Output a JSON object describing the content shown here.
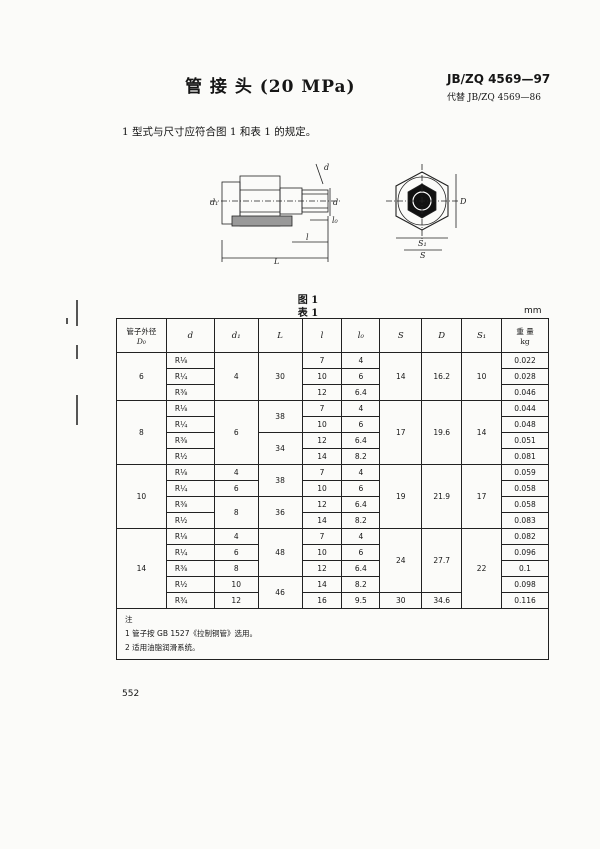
{
  "header": {
    "title": "管   接   头   (20 MPa)",
    "code": "JB/ZQ 4569—97",
    "replace": "代替 JB/ZQ 4569—86"
  },
  "section1": "1   型式与尺寸应符合图 1 和表 1 的规定。",
  "figure": {
    "caption": "图 1",
    "labels": {
      "d": "d",
      "d1": "d₁",
      "L": "L",
      "l": "l",
      "l0": "l₀",
      "D": "D",
      "S": "S",
      "S1": "S₁"
    }
  },
  "table": {
    "caption": "表 1",
    "unit": "mm",
    "headers": {
      "od": "管子外径",
      "od_sym": "D₀",
      "d": "d",
      "d1": "d₁",
      "L": "L",
      "l": "l",
      "l0": "l₀",
      "S": "S",
      "D": "D",
      "S1": "S₁",
      "w": "重  量",
      "w_unit": "kg"
    },
    "groups": [
      {
        "od": "6",
        "S": "14",
        "D": "16.2",
        "S1": "10",
        "rows": [
          {
            "d": "R⅛",
            "l": "7",
            "l0": "4",
            "w": "0.022"
          },
          {
            "d": "R¼",
            "l": "10",
            "l0": "6",
            "w": "0.028"
          },
          {
            "d": "R⅜",
            "l": "12",
            "l0": "6.4",
            "w": "0.046"
          }
        ],
        "d1": "4",
        "L": "30"
      },
      {
        "od": "8",
        "S": "17",
        "D": "19.6",
        "S1": "14",
        "d1": "6",
        "L1": "38",
        "L2": "34",
        "rows": [
          {
            "d": "R⅛",
            "l": "7",
            "l0": "4",
            "w": "0.044"
          },
          {
            "d": "R¼",
            "l": "10",
            "l0": "6",
            "w": "0.048"
          },
          {
            "d": "R⅜",
            "l": "12",
            "l0": "6.4",
            "w": "0.051"
          },
          {
            "d": "R½",
            "l": "14",
            "l0": "8.2",
            "w": "0.081"
          }
        ]
      },
      {
        "od": "10",
        "S": "19",
        "D": "21.9",
        "S1": "17",
        "d1a": "4",
        "d1b": "6",
        "d1c": "8",
        "L1": "38",
        "L2": "36",
        "rows": [
          {
            "d": "R⅛",
            "l": "7",
            "l0": "4",
            "w": "0.059"
          },
          {
            "d": "R¼",
            "l": "10",
            "l0": "6",
            "w": "0.058"
          },
          {
            "d": "R⅜",
            "l": "12",
            "l0": "6.4",
            "w": "0.058"
          },
          {
            "d": "R½",
            "l": "14",
            "l0": "8.2",
            "w": "0.083"
          }
        ]
      },
      {
        "od": "14",
        "S_a": "24",
        "D_a": "27.7",
        "S1": "22",
        "S_b": "30",
        "D_b": "34.6",
        "d1a": "4",
        "d1b": "6",
        "d1c": "8",
        "d1d": "10",
        "d1e": "12",
        "L1": "48",
        "L2": "46",
        "rows": [
          {
            "d": "R⅛",
            "l": "7",
            "l0": "4",
            "w": "0.082"
          },
          {
            "d": "R¼",
            "l": "10",
            "l0": "6",
            "w": "0.096"
          },
          {
            "d": "R⅜",
            "l": "12",
            "l0": "6.4",
            "w": "0.1"
          },
          {
            "d": "R½",
            "l": "14",
            "l0": "8.2",
            "w": "0.098"
          },
          {
            "d": "R¾",
            "l": "16",
            "l0": "9.5",
            "w": "0.116"
          }
        ]
      }
    ],
    "notes_title": "注",
    "notes": [
      "1   管子按 GB 1527《拉制铜管》选用。",
      "2   适用油脂润滑系统。"
    ]
  },
  "page_number": "552"
}
